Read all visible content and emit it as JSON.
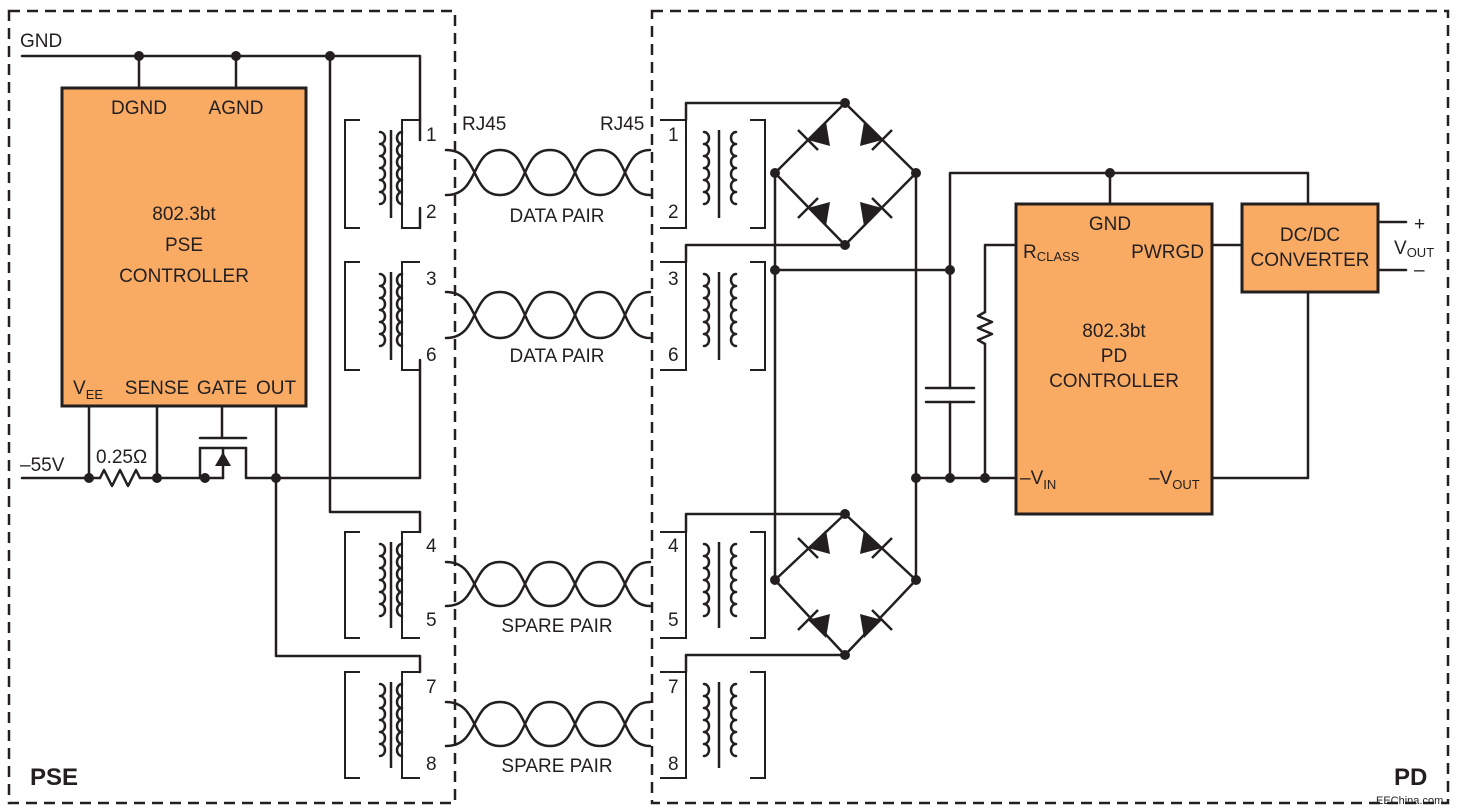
{
  "labels": {
    "gnd_rail": "GND",
    "minus55v": "–55V",
    "resistor": "0.25Ω",
    "rj45_left": "RJ45",
    "rj45_right": "RJ45",
    "data_pair_1": "DATA PAIR",
    "data_pair_2": "DATA PAIR",
    "spare_pair_1": "SPARE PAIR",
    "spare_pair_2": "SPARE PAIR",
    "pse_corner": "PSE",
    "pd_corner": "PD",
    "watermark": "EEChina.com"
  },
  "pse_controller": {
    "line1": "802.3bt",
    "line2": "PSE",
    "line3": "CONTROLLER",
    "pin_dgnd": "DGND",
    "pin_agnd": "AGND",
    "pin_vee_main": "V",
    "pin_vee_sub": "EE",
    "pin_sense": "SENSE",
    "pin_gate": "GATE",
    "pin_out": "OUT"
  },
  "pd_controller": {
    "line1": "802.3bt",
    "line2": "PD",
    "line3": "CONTROLLER",
    "pin_gnd": "GND",
    "pin_rclass_main": "R",
    "pin_rclass_sub": "CLASS",
    "pin_pwrgd": "PWRGD",
    "pin_vin_main": "–V",
    "pin_vin_sub": "IN",
    "pin_vout_main": "–V",
    "pin_vout_sub": "OUT"
  },
  "dcdc": {
    "line1": "DC/DC",
    "line2": "CONVERTER",
    "plus": "+",
    "minus": "–",
    "vout_main": "V",
    "vout_sub": "OUT"
  },
  "pins_left": [
    "1",
    "2",
    "3",
    "6",
    "4",
    "5",
    "7",
    "8"
  ],
  "pins_right": [
    "1",
    "2",
    "3",
    "6",
    "4",
    "5",
    "7",
    "8"
  ]
}
